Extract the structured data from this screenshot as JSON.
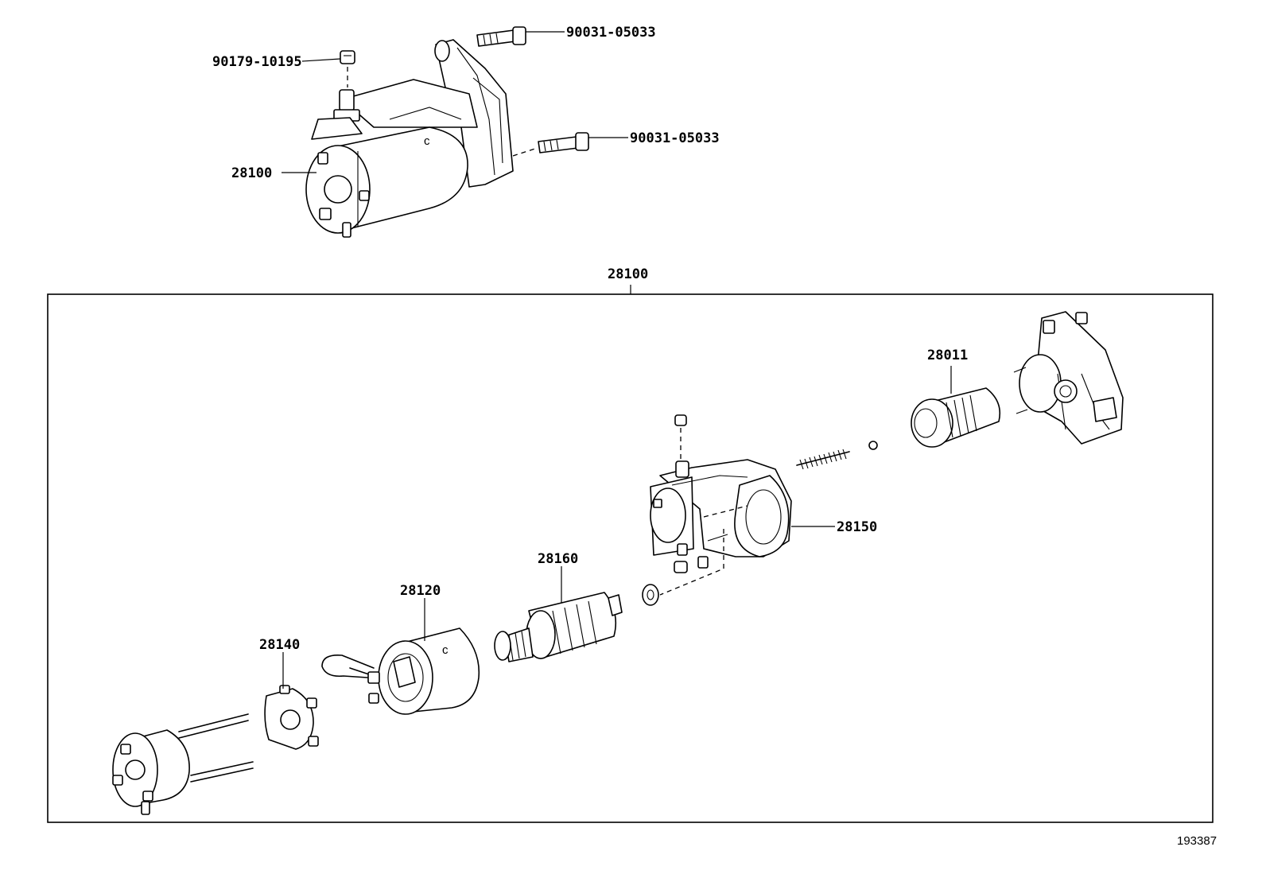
{
  "labels": {
    "bolt_upper": "90031-05033",
    "bolt_lower": "90031-05033",
    "nut": "90179-10195",
    "starter_assy": "28100",
    "starter_assy_box": "28100",
    "clutch": "28011",
    "housing": "28150",
    "armature": "28160",
    "yoke": "28120",
    "brush_holder": "28140"
  },
  "figure_number": "193387"
}
